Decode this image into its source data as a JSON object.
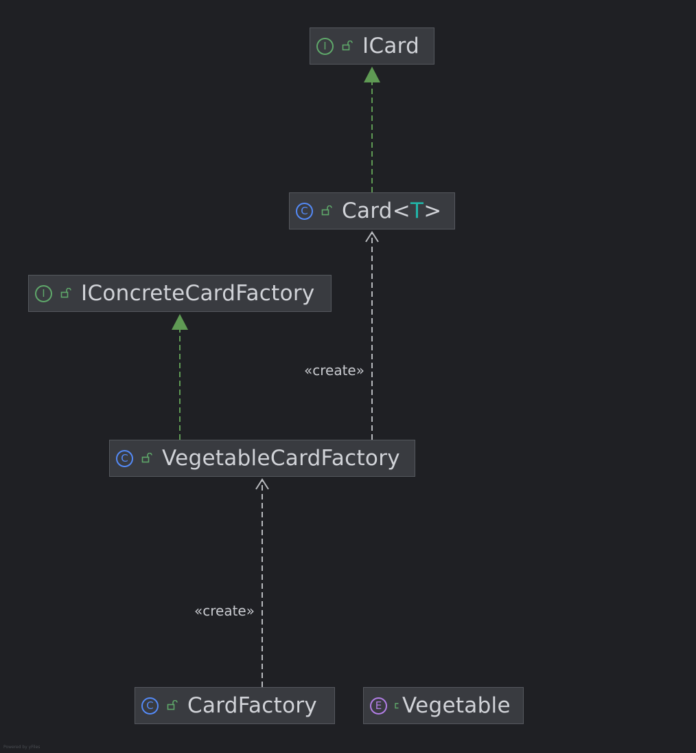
{
  "diagram": {
    "background": "#1f2024",
    "colors": {
      "realization_edge": "#5f9a54",
      "dependency_edge": "#b9bbbf",
      "interface_icon": "#5fa86a",
      "class_icon": "#548af7",
      "enum_icon": "#b27ee6",
      "type_param": "#21b5a8"
    },
    "nodes": [
      {
        "id": "icard",
        "kind": "interface",
        "kind_letter": "I",
        "name": "ICard",
        "type_param": ""
      },
      {
        "id": "card",
        "kind": "class",
        "kind_letter": "C",
        "name": "Card",
        "type_param": "T"
      },
      {
        "id": "iconcretecardfactory",
        "kind": "interface",
        "kind_letter": "I",
        "name": "IConcreteCardFactory",
        "type_param": ""
      },
      {
        "id": "vegetablecardfactory",
        "kind": "class",
        "kind_letter": "C",
        "name": "VegetableCardFactory",
        "type_param": ""
      },
      {
        "id": "cardfactory",
        "kind": "class",
        "kind_letter": "C",
        "name": "CardFactory",
        "type_param": ""
      },
      {
        "id": "vegetable",
        "kind": "enum",
        "kind_letter": "E",
        "name": "Vegetable",
        "type_param": ""
      }
    ],
    "edges": [
      {
        "from": "card",
        "to": "icard",
        "type": "realization",
        "label": ""
      },
      {
        "from": "vegetablecardfactory",
        "to": "iconcretecardfactory",
        "type": "realization",
        "label": ""
      },
      {
        "from": "vegetablecardfactory",
        "to": "card",
        "type": "dependency",
        "label": "«create»"
      },
      {
        "from": "cardfactory",
        "to": "vegetablecardfactory",
        "type": "dependency",
        "label": "«create»"
      }
    ],
    "footer": "Powered by yFiles"
  }
}
